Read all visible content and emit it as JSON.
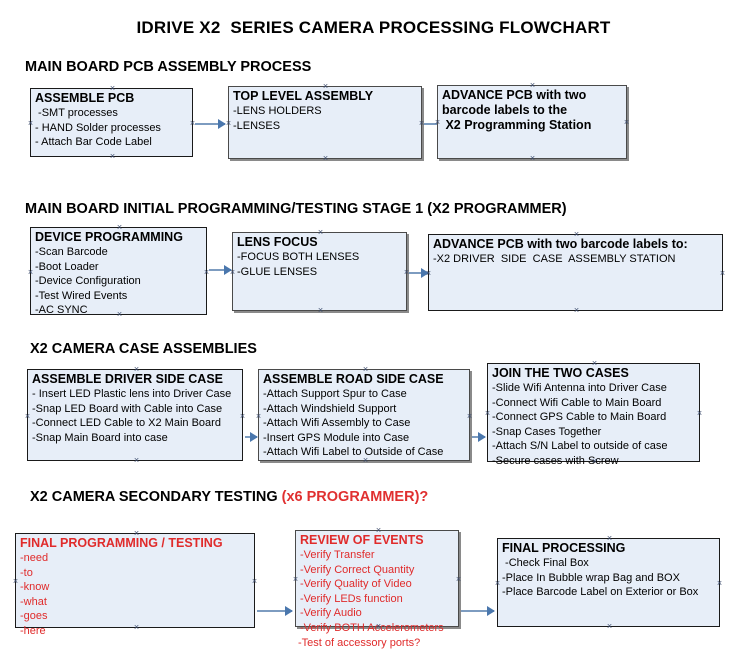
{
  "document": {
    "title": "IDRIVE X2  SERIES CAMERA PROCESSING FLOWCHART"
  },
  "sections": [
    {
      "heading": "MAIN BOARD PCB ASSEMBLY PROCESS",
      "heading_accent": "",
      "boxes": [
        {
          "title": "ASSEMBLE PCB",
          "lines": [
            " -SMT processes",
            "- HAND Solder processes",
            "- Attach Bar Code Label"
          ]
        },
        {
          "title": "TOP LEVEL ASSEMBLY",
          "lines": [
            "-LENS HOLDERS",
            "-LENSES"
          ]
        },
        {
          "title": "ADVANCE PCB with two",
          "lines": [
            "barcode labels to the",
            " X2 Programming Station"
          ]
        }
      ]
    },
    {
      "heading": "MAIN BOARD INITIAL PROGRAMMING/TESTING STAGE 1 (X2 PROGRAMMER)",
      "heading_accent": "",
      "boxes": [
        {
          "title": "DEVICE PROGRAMMING",
          "lines": [
            "-Scan Barcode",
            "-Boot Loader",
            "-Device Configuration",
            "-Test Wired Events",
            "-AC SYNC"
          ]
        },
        {
          "title": "LENS FOCUS",
          "lines": [
            "-FOCUS BOTH LENSES",
            "-GLUE LENSES"
          ]
        },
        {
          "title": "ADVANCE PCB with two barcode labels to:",
          "lines": [
            "-X2 DRIVER  SIDE  CASE  ASSEMBLY STATION"
          ]
        }
      ]
    },
    {
      "heading": "X2 CAMERA CASE ASSEMBLIES",
      "heading_accent": "",
      "boxes": [
        {
          "title": "ASSEMBLE DRIVER SIDE CASE",
          "lines": [
            "- Insert LED Plastic lens into Driver Case",
            "-Snap LED Board with Cable into Case",
            "-Connect LED Cable to X2 Main Board",
            "-Snap Main Board into case"
          ]
        },
        {
          "title": "ASSEMBLE ROAD SIDE CASE",
          "lines": [
            "-Attach Support Spur to Case",
            "-Attach Windshield Support",
            "-Attach Wifi Assembly to Case",
            "-Insert GPS Module into Case",
            "-Attach Wifi Label to Outside of Case"
          ]
        },
        {
          "title": "JOIN THE TWO CASES",
          "lines": [
            "-Slide Wifi Antenna into Driver Case",
            "-Connect Wifi Cable to Main Board",
            "-Connect GPS Cable to Main Board",
            "-Snap Cases Together",
            "-Attach S/N Label to outside of case",
            "-Secure cases with Screw"
          ]
        }
      ]
    },
    {
      "heading": "X2 CAMERA SECONDARY TESTING ",
      "heading_accent": "(x6 PROGRAMMER)?",
      "boxes": [
        {
          "title": "FINAL PROGRAMMING / TESTING",
          "lines": [
            "-need",
            "-to",
            "-know",
            "-what",
            "-goes",
            "-here"
          ]
        },
        {
          "title": "REVIEW OF EVENTS",
          "lines": [
            "-Verify Transfer",
            "-Verify Correct Quantity",
            "-Verify Quality of Video",
            "-Verify LEDs function",
            "-Verify Audio",
            "-Verify BOTH Accelerometers",
            "-Test of accessory ports?"
          ]
        },
        {
          "title": "FINAL PROCESSING",
          "lines": [
            " -Check Final Box",
            "-Place In Bubble wrap Bag and BOX",
            "-Place Barcode Label on Exterior or Box"
          ]
        }
      ]
    }
  ],
  "colors": {
    "box_fill": "#e7eef8",
    "box_border": "#1a1a1a",
    "connector": "#7d9cc0",
    "arrow_head": "#4a77ad",
    "red_text": "#e02b2b",
    "text": "#000000"
  }
}
